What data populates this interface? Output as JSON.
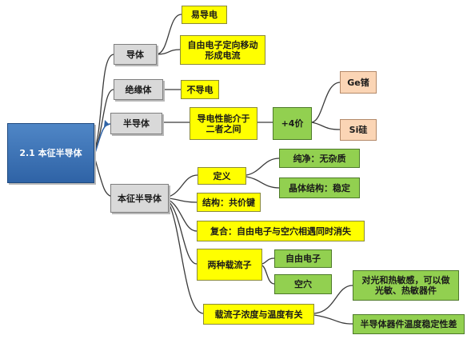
{
  "mindmap": {
    "root": "2.1 本征半导体",
    "conductor": {
      "label": "导体",
      "children": [
        "易导电",
        "自由电子定向移动\n形成电流"
      ]
    },
    "insulator": {
      "label": "绝缘体",
      "children": [
        "不导电"
      ]
    },
    "semiconductor": {
      "label": "半导体",
      "property": "导电性能介于\n二者之间",
      "valence": "+4价",
      "elements": [
        "Ge锗",
        "Si硅"
      ]
    },
    "intrinsic": {
      "label": "本征半导体",
      "definition": {
        "label": "定义",
        "children": [
          "纯净：无杂质",
          "晶体结构：稳定"
        ]
      },
      "structure": "结构：共价键",
      "recombination": "复合：自由电子与空穴相遇同时消失",
      "carriers": {
        "label": "两种载流子",
        "children": [
          "自由电子",
          "空穴"
        ]
      },
      "temperature": {
        "label": "载流子浓度与温度有关",
        "children": [
          "对光和热敏感，可以做\n光敏、热敏器件",
          "半导体器件温度稳定性差"
        ]
      }
    }
  },
  "colors": {
    "root": "#2f63a6",
    "branch": "#d9d9d9",
    "leaf_yellow": "#ffff00",
    "leaf_green": "#92d050",
    "leaf_peach": "#fbd5b5",
    "connector": "#3a3a3a",
    "active_arrow": "#2f63a6"
  }
}
